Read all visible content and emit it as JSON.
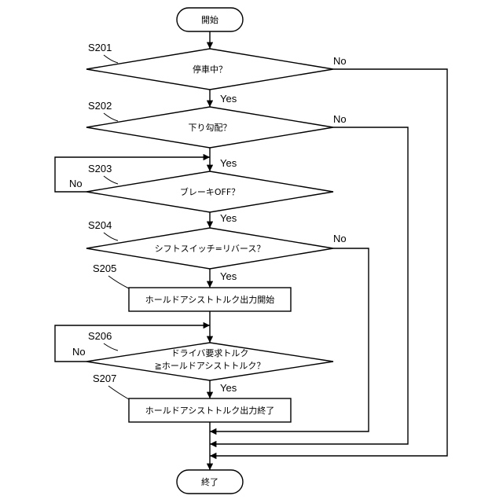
{
  "nodes": {
    "start": "開始",
    "s201": "停車中？",
    "s202": "下り勾配？",
    "s203": "ブレーキOFF？",
    "s204": "シフトスイッチ=リバース？",
    "s205": "ホールドアシストトルク出力開始",
    "s206_line1": "ドライバ要求トルク",
    "s206_line2": "≧ホールドアシストトルク？",
    "s207": "ホールドアシストトルク出力終了",
    "end": "終了"
  },
  "step_labels": {
    "s201": "S201",
    "s202": "S202",
    "s203": "S203",
    "s204": "S204",
    "s205": "S205",
    "s206": "S206",
    "s207": "S207"
  },
  "branches": {
    "yes": "Yes",
    "no": "No"
  }
}
